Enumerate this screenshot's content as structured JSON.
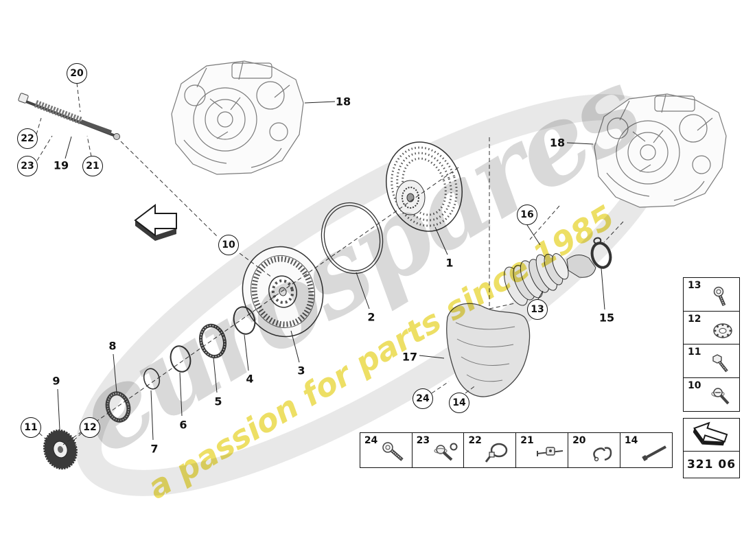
{
  "watermark": {
    "brand": "eurospares",
    "tagline": "a passion for parts since 1985",
    "brand_color": "#8f8f8f",
    "tagline_color": "#e4ce15"
  },
  "diagram": {
    "code": "321 06",
    "arrow_icon": "direction-arrow"
  },
  "callouts": {
    "c1": "1",
    "c2": "2",
    "c3": "3",
    "c4": "4",
    "c5": "5",
    "c6": "6",
    "c7": "7",
    "c8": "8",
    "c9": "9",
    "c10": "10",
    "c11": "11",
    "c12": "12",
    "c13": "13",
    "c14": "14",
    "c15": "15",
    "c16": "16",
    "c17": "17",
    "c18a": "18",
    "c18b": "18",
    "c19": "19",
    "c20": "20",
    "c21": "21",
    "c22": "22",
    "c23": "23",
    "c24": "24"
  },
  "side_panel": {
    "items": [
      {
        "num": "13",
        "icon": "socket-head-bolt"
      },
      {
        "num": "12",
        "icon": "flanged-disc"
      },
      {
        "num": "11",
        "icon": "hex-flange-bolt"
      },
      {
        "num": "10",
        "icon": "pan-head-screw"
      }
    ]
  },
  "bottom_strip": {
    "items": [
      {
        "num": "24",
        "icon": "socket-head-bolt"
      },
      {
        "num": "23",
        "icon": "flanged-bolt"
      },
      {
        "num": "22",
        "icon": "cable-clamp"
      },
      {
        "num": "21",
        "icon": "locking-rod"
      },
      {
        "num": "20",
        "icon": "spring-clip"
      },
      {
        "num": "14",
        "icon": "dowel-pin"
      }
    ]
  }
}
